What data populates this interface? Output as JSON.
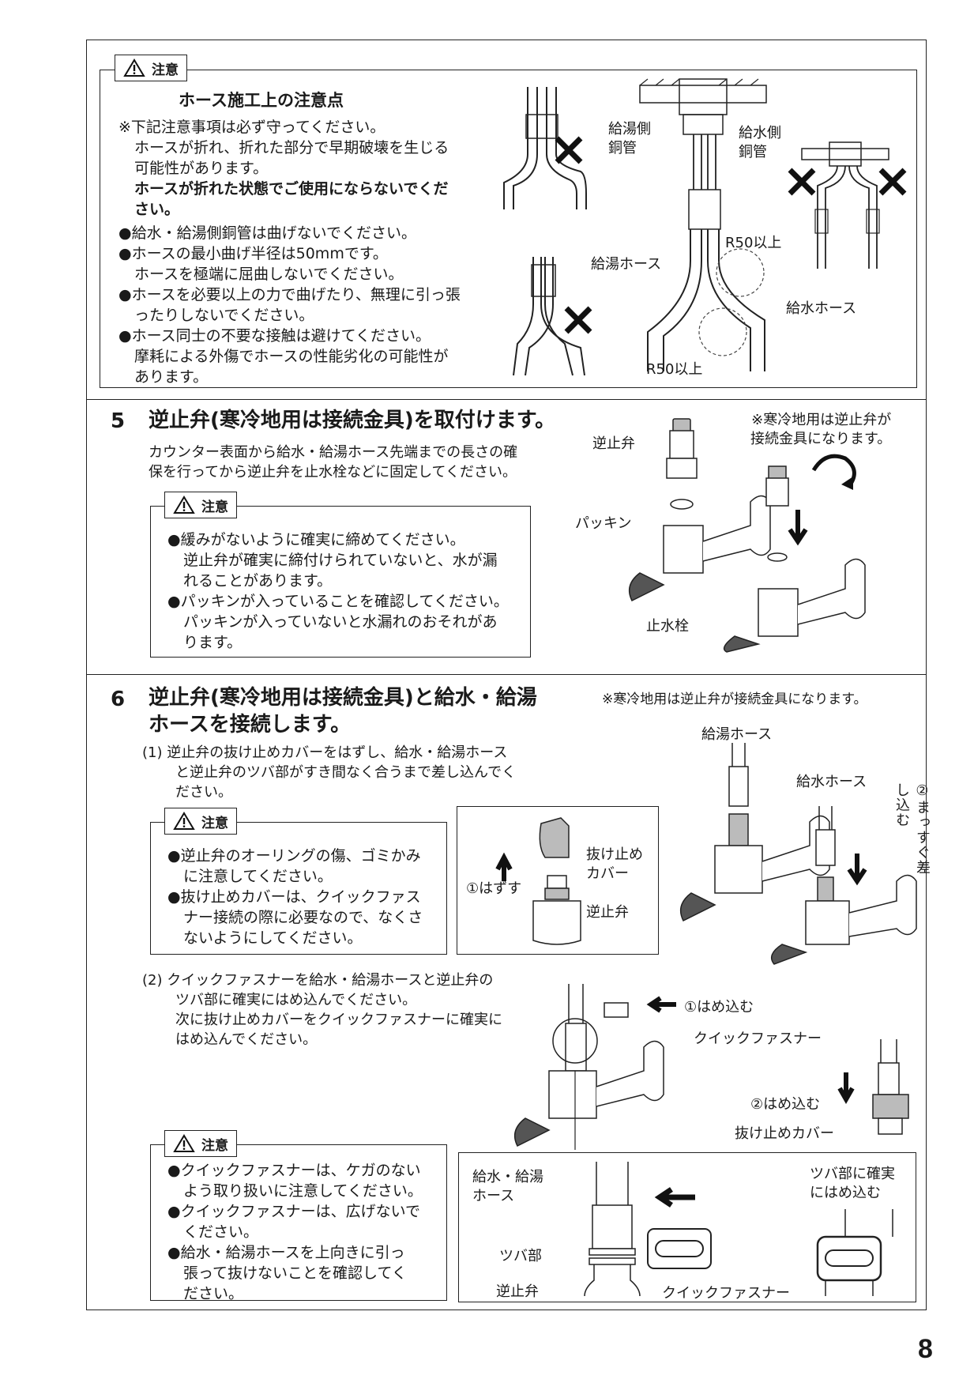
{
  "caution_label": "注意",
  "hose_section": {
    "title": "ホース施工上の注意点",
    "lines": [
      "※下記注意事項は必ず守ってください。",
      "ホースが折れ、折れた部分で早期破壊を生じる",
      "可能性があります。",
      "ホースが折れた状態でご使用にならないでくだ",
      "さい。",
      "●給水・給湯側銅管は曲げないでください。",
      "●ホースの最小曲げ半径は50mmです。",
      "ホースを極端に屈曲しないでください。",
      "●ホースを必要以上の力で曲げたり、無理に引っ張",
      "ったりしないでください。",
      "●ホース同士の不要な接触は避けてください。",
      "摩耗による外傷でホースの性能劣化の可能性が",
      "あります。"
    ],
    "labels": {
      "hot_pipe": "給湯側\n銅管",
      "cold_pipe": "給水側\n銅管",
      "hot_hose": "給湯ホース",
      "cold_hose": "給水ホース",
      "radius_top": "R50以上",
      "radius_bottom": "R50以上"
    }
  },
  "step5": {
    "number": "5",
    "title": "逆止弁(寒冷地用は接続金具)を取付けます。",
    "note": "※寒冷地用は逆止弁が\n接続金具になります。",
    "desc": [
      "カウンター表面から給水・給湯ホース先端までの長さの確",
      "保を行ってから逆止弁を止水栓などに固定してください。"
    ],
    "caution": [
      "●緩みがないように確実に締めてください。",
      "逆止弁が確実に締付けられていないと、水が漏",
      "れることがあります。",
      "●パッキンが入っていることを確認してください。",
      "パッキンが入っていないと水漏れのおそれがあ",
      "ります。"
    ],
    "labels": {
      "check_valve": "逆止弁",
      "packing": "パッキン",
      "stop_valve": "止水栓"
    }
  },
  "step6": {
    "number": "6",
    "title_lines": [
      "逆止弁(寒冷地用は接続金具)と給水・給湯",
      "ホースを接続します。"
    ],
    "note": "※寒冷地用は逆止弁が接続金具になります。",
    "sub1": [
      "(1) 逆止弁の抜け止めカバーをはずし、給水・給湯ホース",
      "と逆止弁のツバ部がすき間なく合うまで差し込んでく",
      "ださい。"
    ],
    "caution1": [
      "●逆止弁のオーリングの傷、ゴミかみ",
      "に注意してください。",
      "●抜け止めカバーは、クイックファス",
      "ナー接続の際に必要なので、なくさ",
      "ないようにしてください。"
    ],
    "detail1": {
      "remove": "①はずす",
      "cover": "抜け止め\nカバー",
      "valve": "逆止弁"
    },
    "labels_right": {
      "hot_hose": "給湯ホース",
      "cold_hose": "給水ホース",
      "insert": "②まっすぐ差し込む"
    },
    "sub2": [
      "(2) クイックファスナーを給水・給湯ホースと逆止弁の",
      "ツバ部に確実にはめ込んでください。",
      "次に抜け止めカバーをクイックファスナーに確実に",
      "はめ込んでください。"
    ],
    "labels2": {
      "fit1": "①はめ込む",
      "fastener": "クイックファスナー",
      "fit2": "②はめ込む",
      "cover": "抜け止めカバー"
    },
    "caution2": [
      "●クイックファスナーは、ケガのない",
      "よう取り扱いに注意してください。",
      "●クイックファスナーは、広げないで",
      "ください。",
      "●給水・給湯ホースを上向きに引っ",
      "張って抜けないことを確認してく",
      "ださい。"
    ],
    "detail2": {
      "hose": "給水・給湯\nホース",
      "flange": "ツバ部",
      "valve": "逆止弁",
      "fastener": "クイックファスナー",
      "fit_flange": "ツバ部に確実\nにはめ込む"
    }
  },
  "page_number": "8"
}
